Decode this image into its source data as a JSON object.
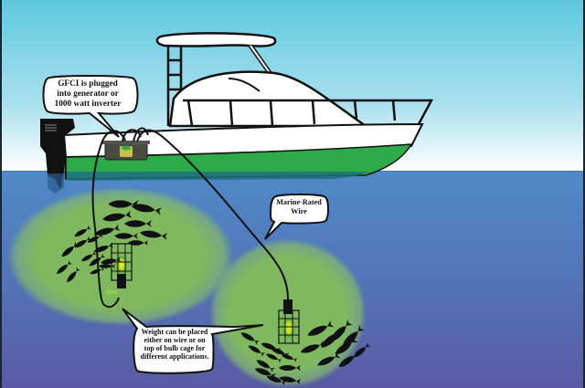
{
  "scene": {
    "title": "Underwater fishing light setup diagram",
    "colors": {
      "sky_top": "#5ec8de",
      "sky_bottom": "#ffffff",
      "water_top": "#4f8ac8",
      "water_bottom": "#5a5aa2",
      "hull_green": "#2eaa48",
      "hull_white": "#ffffff",
      "glow_green": "#7fb85e",
      "outline": "#111111",
      "generator_box": "#4a4a44"
    }
  },
  "callouts": {
    "gfci": "GFCI is plugged\ninto generator or\n1000 watt inverter",
    "wire": "Marine-Rated\nWire",
    "weight": "Weight can be placed\neither on wire or on\ntop of bulb cage for\ndifferent applications."
  },
  "elements": {
    "boat": "cabin cruiser boat with green hull",
    "generator": "generator / inverter box on deck",
    "lights": [
      "left submerged caged light",
      "right submerged caged light"
    ],
    "fish_schools": [
      "left fish school",
      "right fish school"
    ]
  }
}
